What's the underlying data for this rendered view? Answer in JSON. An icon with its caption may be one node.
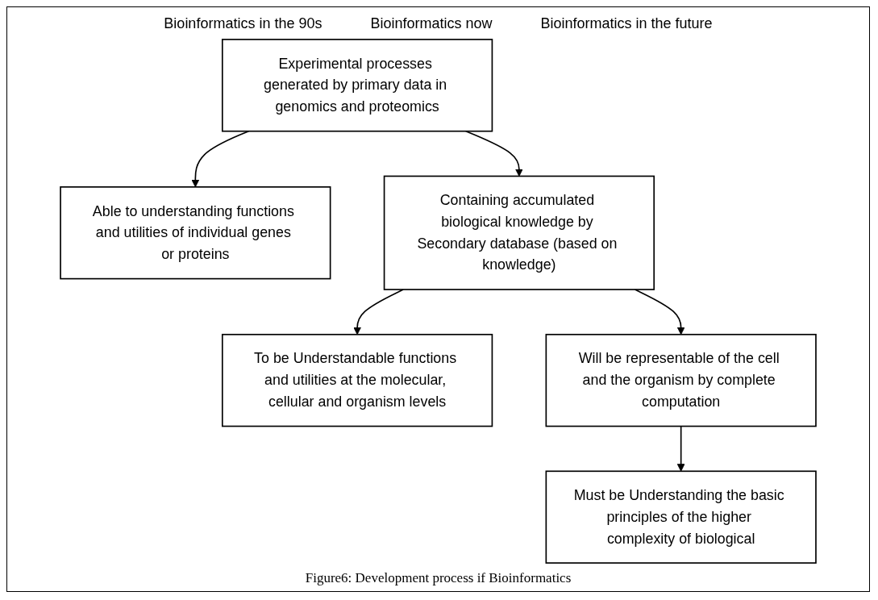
{
  "diagram": {
    "caption": "Figure6: Development process if Bioinformatics",
    "nodes": [
      {
        "text": [
          "Experimental processes generated by primary data in genomics and proteomics"
        ]
      },
      {
        "text": [
          "Able to understanding functions and utilities of individual genes or proteins"
        ]
      },
      {
        "text": [
          "Containing accumulated biological knowledge by Secondary database (based on knowledge)"
        ]
      },
      {
        "text": [
          "To be Understandable functions and utilities at the molecular, cellular and organism levels"
        ]
      },
      {
        "text": [
          "Will be representable of the cell and the organism by complete computation"
        ]
      },
      {
        "text": [
          "Must be Understanding the basic principles of the higher complexity of biological"
        ]
      }
    ],
    "edges": [
      {
        "from": 0,
        "to": 1,
        "arrow": "to"
      },
      {
        "from": 0,
        "to": 2,
        "arrow": "to"
      },
      {
        "from": 2,
        "to": 3,
        "arrow": "to"
      },
      {
        "from": 2,
        "to": 4,
        "arrow": "to"
      },
      {
        "from": 4,
        "to": 5,
        "arrow": "to"
      }
    ],
    "labels": [
      "Bioinformatics in the 90s",
      "Bioinformatics now",
      "Bioinformatics in the future"
    ]
  }
}
